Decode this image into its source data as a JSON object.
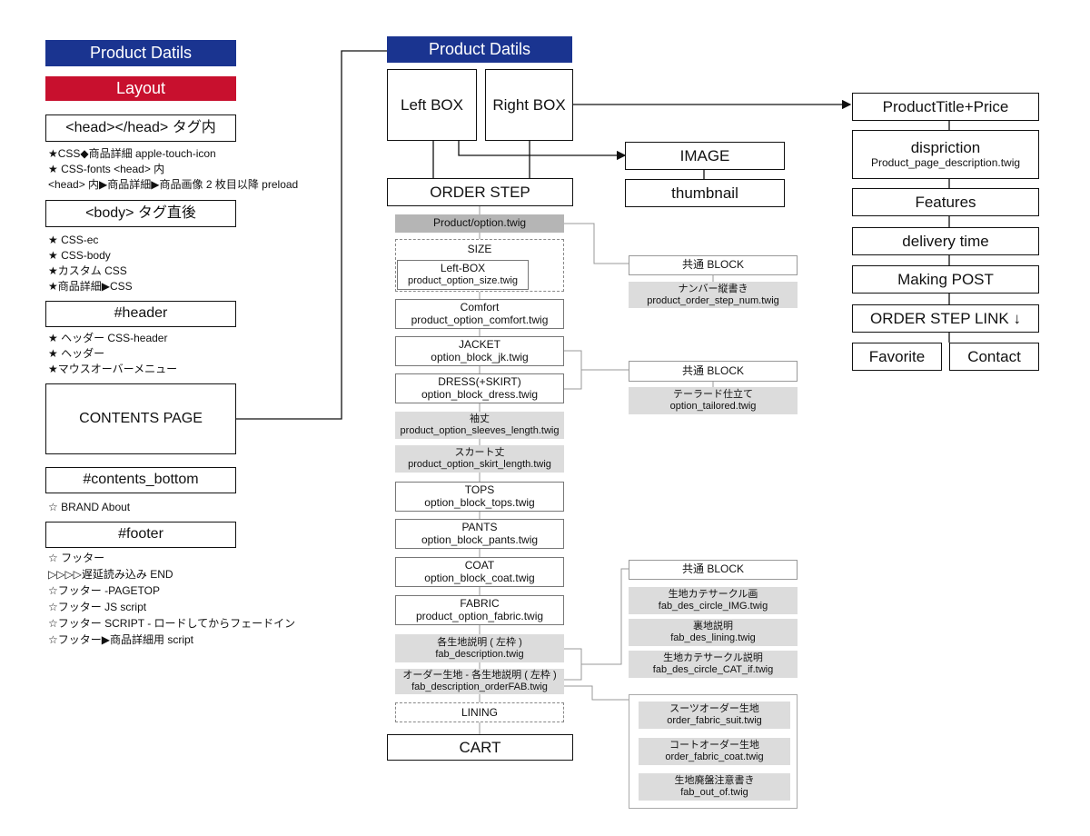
{
  "colors": {
    "navy": "#1a3490",
    "red": "#c8102e",
    "ink": "#111111",
    "grey_fill": "#dcdcdc",
    "grey_line": "#999999"
  },
  "left_column": {
    "banner_product": "Product Datils",
    "banner_layout": "Layout",
    "head_box": "<head></head> タグ内",
    "head_notes": [
      "★CSS◆商品詳細 apple-touch-icon",
      "★ CSS-fonts <head> 内",
      " <head> 内▶商品詳細▶商品画像 2 枚目以降 preload"
    ],
    "body_box": "<body> タグ直後",
    "body_notes": [
      "★ CSS-ec",
      "★ CSS-body",
      "★カスタム CSS",
      "★商品詳細▶CSS"
    ],
    "header_box": "#header",
    "header_notes": [
      "★ ヘッダー CSS-header",
      "★ ヘッダー",
      "★マウスオーバーメニュー"
    ],
    "contents_page": "CONTENTS PAGE",
    "contents_bottom_box": "#contents_bottom",
    "contents_bottom_notes": [
      "☆ BRAND About"
    ],
    "footer_box": "#footer",
    "footer_notes": [
      " ☆ フッター",
      "▷▷▷▷遅延読み込み END",
      "☆フッター -PAGETOP",
      "☆フッター JS script",
      "☆フッター SCRIPT - ロードしてからフェードイン",
      "☆フッター▶商品詳細用 script"
    ]
  },
  "center": {
    "banner": "Product Datils",
    "left_box": "Left BOX",
    "right_box": "Right BOX",
    "image_box": "IMAGE",
    "thumbnail_box": "thumbnail",
    "order_step": "ORDER STEP",
    "product_option": "Product/option.twig",
    "size_label": "SIZE",
    "left_box_size": {
      "title": "Left-BOX",
      "file": "product_option_size.twig"
    },
    "comfort": {
      "title": "Comfort",
      "file": "product_option_comfort.twig"
    },
    "jacket": {
      "title": "JACKET",
      "file": "option_block_jk.twig"
    },
    "dress": {
      "title": "DRESS(+SKIRT)",
      "file": "option_block_dress.twig"
    },
    "sleeves": {
      "title": "袖丈",
      "file": "product_option_sleeves_length.twig"
    },
    "skirt": {
      "title": "スカート丈",
      "file": "product_option_skirt_length.twig"
    },
    "tops": {
      "title": "TOPS",
      "file": "option_block_tops.twig"
    },
    "pants": {
      "title": "PANTS",
      "file": "option_block_pants.twig"
    },
    "coat": {
      "title": "COAT",
      "file": "option_block_coat.twig"
    },
    "fabric": {
      "title": "FABRIC",
      "file": "product_option_fabric.twig"
    },
    "fab_description": {
      "title": "各生地説明 ( 左枠 )",
      "file": "fab_description.twig"
    },
    "fab_order": {
      "title": "オーダー生地 - 各生地説明 ( 左枠 )",
      "file": "fab_description_orderFAB.twig"
    },
    "lining": "LINING",
    "cart": "CART"
  },
  "common_blocks": {
    "block1": {
      "title": "共通 BLOCK",
      "child": {
        "title": "ナンバー縦書き",
        "file": "product_order_step_num.twig"
      }
    },
    "block2": {
      "title": "共通 BLOCK",
      "child": {
        "title": "テーラード仕立て",
        "file": "option_tailored.twig"
      }
    },
    "block3": {
      "title": "共通 BLOCK",
      "children": [
        {
          "title": "生地カテサークル画",
          "file": "fab_des_circle_IMG.twig"
        },
        {
          "title": "裏地説明",
          "file": "fab_des_lining.twig"
        },
        {
          "title": "生地カテサークル説明",
          "file": "fab_des_circle_CAT_if.twig"
        }
      ]
    },
    "order_fabrics": [
      {
        "title": "スーツオーダー生地",
        "file": "order_fabric_suit.twig"
      },
      {
        "title": "コートオーダー生地",
        "file": "order_fabric_coat.twig"
      },
      {
        "title": "生地廃盤注意書き",
        "file": "fab_out_of.twig"
      }
    ]
  },
  "right_column": {
    "title_price": "ProductTitle+Price",
    "description": {
      "title": "dispriction",
      "file": "Product_page_description.twig"
    },
    "features": "Features",
    "delivery": "delivery time",
    "making_post": "Making POST",
    "order_step_link": "ORDER STEP LINK ↓",
    "favorite": "Favorite",
    "contact": "Contact"
  }
}
